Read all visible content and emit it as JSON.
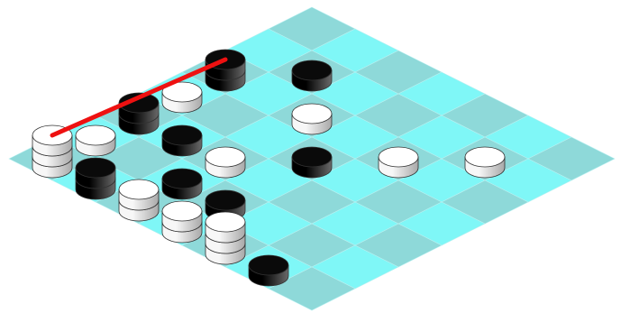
{
  "board": {
    "size": 7,
    "colors": {
      "light": "#7ff7f7",
      "dark": "#8ed9d9",
      "grid_line": "#b8f0f0"
    }
  },
  "pieces": {
    "colors": {
      "white_top": "#ffffff",
      "white_side_light": "#f7f7f7",
      "white_side_dark": "#a8a8a8",
      "black_top": "#0a0a0a",
      "black_side_light": "#6a6a6a",
      "black_side_dark": "#000000",
      "outline": "#333333"
    },
    "stacks": [
      {
        "col": 0,
        "row": 2,
        "pieces": [
          "black",
          "black"
        ]
      },
      {
        "col": 0,
        "row": 3,
        "pieces": [
          "white"
        ]
      },
      {
        "col": 0,
        "row": 4,
        "pieces": [
          "black",
          "black"
        ]
      },
      {
        "col": 0,
        "row": 5,
        "pieces": [
          "white"
        ]
      },
      {
        "col": 0,
        "row": 6,
        "pieces": [
          "white",
          "white",
          "white"
        ]
      },
      {
        "col": 1,
        "row": 6,
        "pieces": [
          "black",
          "black"
        ]
      },
      {
        "col": 2,
        "row": 6,
        "pieces": [
          "white",
          "white"
        ]
      },
      {
        "col": 2,
        "row": 5,
        "pieces": [
          "black"
        ]
      },
      {
        "col": 1,
        "row": 4,
        "pieces": [
          "black"
        ]
      },
      {
        "col": 1,
        "row": 1,
        "pieces": [
          "black"
        ]
      },
      {
        "col": 2,
        "row": 2,
        "pieces": [
          "white"
        ]
      },
      {
        "col": 3,
        "row": 3,
        "pieces": [
          "black"
        ]
      },
      {
        "col": 3,
        "row": 5,
        "pieces": [
          "black"
        ]
      },
      {
        "col": 2,
        "row": 4,
        "pieces": [
          "white"
        ]
      },
      {
        "col": 3,
        "row": 6,
        "pieces": [
          "white",
          "white"
        ]
      },
      {
        "col": 4,
        "row": 2,
        "pieces": [
          "white"
        ]
      },
      {
        "col": 5,
        "row": 6,
        "pieces": [
          "black"
        ]
      },
      {
        "col": 4,
        "row": 6,
        "pieces": [
          "white",
          "white",
          "white"
        ]
      },
      {
        "col": 5,
        "row": 1,
        "pieces": [
          "white"
        ]
      }
    ]
  },
  "winning_line": {
    "color": "#ee1111",
    "from": {
      "col": 0,
      "row": 2
    },
    "to": {
      "col": 0,
      "row": 6
    }
  }
}
